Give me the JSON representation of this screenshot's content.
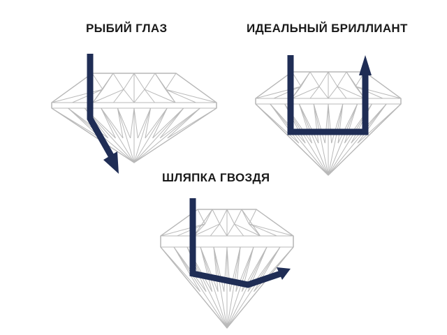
{
  "diagrams": [
    {
      "id": "fish-eye",
      "title": "РЫБИЙ ГЛАЗ",
      "cut": "shallow"
    },
    {
      "id": "ideal",
      "title": "ИДЕАЛЬНЫЙ БРИЛЛИАНТ",
      "cut": "ideal"
    },
    {
      "id": "nailhead",
      "title": "ШЛЯПКА ГВОЗДЯ",
      "cut": "deep"
    }
  ],
  "colors": {
    "ray": "#1f2d55",
    "facet_lines": "#b9b9b9",
    "text": "#1a1a1a"
  },
  "icons": {
    "diamond": "round-brilliant-diamond-icon",
    "light_path": "light-ray-arrow-icon"
  }
}
